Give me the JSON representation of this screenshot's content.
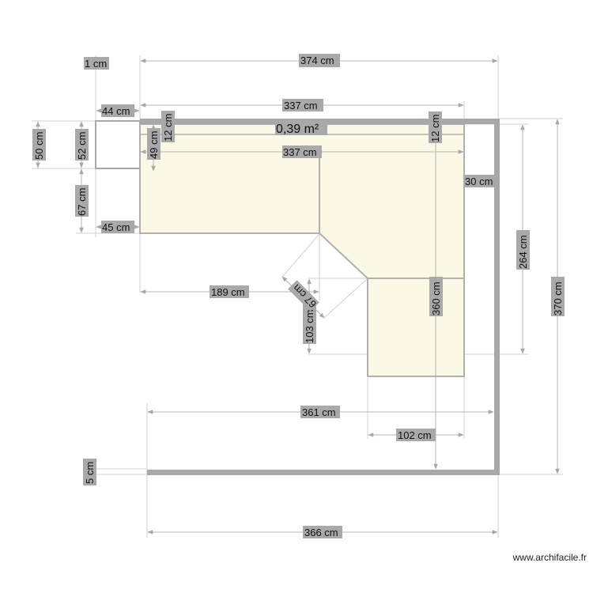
{
  "plan": {
    "area_label": "0,39 m²",
    "watermark": "www.archifacile.fr",
    "colors": {
      "wall": "#a8a8a8",
      "room_fill": "#fbf8e6",
      "dimension_line": "#b4b4b4",
      "label_bg": "#a9a9a9"
    }
  },
  "dimensions": {
    "top_total": "374 cm",
    "top_inner": "337 cm",
    "inner_337": "337 cm",
    "one_cm": "1 cm",
    "left_44": "44 cm",
    "left_45": "45 cm",
    "v_50": "50 cm",
    "v_52": "52 cm",
    "v_67": "67 cm",
    "v_49": "49 cm",
    "v_12_left": "12 cm",
    "v_12_right": "12 cm",
    "right_30": "30 cm",
    "h_189": "189 cm",
    "diag_67": "67 cm",
    "v_103": "103 cm",
    "v_360": "360 cm",
    "v_264": "264 cm",
    "v_370": "370 cm",
    "h_361": "361 cm",
    "h_102": "102 cm",
    "v_5": "5 cm",
    "bottom_366": "366 cm"
  }
}
